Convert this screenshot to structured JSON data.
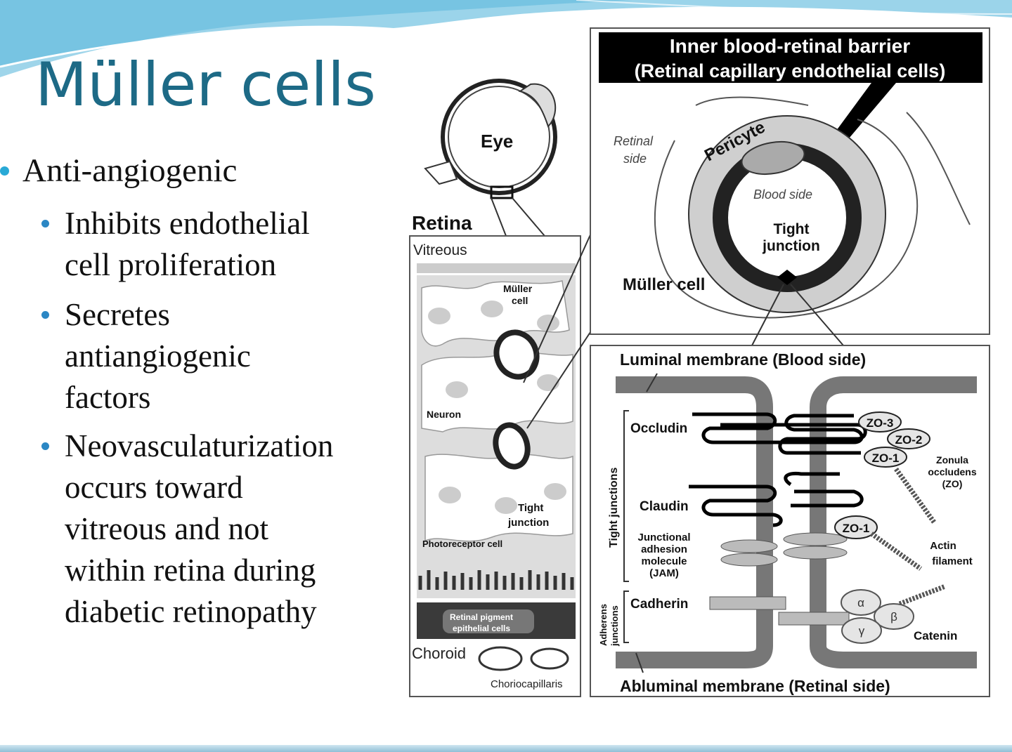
{
  "slide": {
    "title": "Müller cells",
    "bullets": [
      {
        "text": "Anti-angiogenic",
        "children": [
          {
            "lines": [
              "Inhibits endothelial",
              "cell proliferation"
            ]
          },
          {
            "lines": [
              "Secretes",
              "antiangiogenic",
              "factors"
            ]
          },
          {
            "lines": [
              "Neovasculaturization",
              "occurs toward",
              "vitreous and not",
              "within retina during",
              "diabetic retinopathy"
            ]
          }
        ]
      }
    ]
  },
  "figure": {
    "eye_label": "Eye",
    "retina_label": "Retina",
    "vitreous_label": "Vitreous",
    "muller_cell_small": [
      "Müller",
      "cell"
    ],
    "neuron_label": "Neuron",
    "tight_junction_small": [
      "Tight",
      "junction"
    ],
    "photoreceptor_label": "Photoreceptor cell",
    "rpe_label": [
      "Retinal pigment",
      "epithelial cells"
    ],
    "choroid_label": "Choroid",
    "choriocapillaris_label": "Choriocapillaris",
    "barrier_title": [
      "Inner blood-retinal barrier",
      "(Retinal capillary endothelial cells)"
    ],
    "retinal_side": [
      "Retinal",
      "side"
    ],
    "pericyte_label": "Pericyte",
    "blood_side": "Blood side",
    "tight_junction": [
      "Tight",
      "junction"
    ],
    "muller_cell": "Müller cell",
    "luminal_membrane": "Luminal membrane (Blood side)",
    "abluminal_membrane": "Abluminal membrane (Retinal side)",
    "tight_junctions_group": "Tight junctions",
    "adherens_group": [
      "Adherens",
      "junctions"
    ],
    "occludin": "Occludin",
    "claudin": "Claudin",
    "jam": [
      "Junctional",
      "adhesion",
      "molecule",
      "(JAM)"
    ],
    "cadherin": "Cadherin",
    "zo3": "ZO-3",
    "zo2": "ZO-2",
    "zo1": "ZO-1",
    "zo1b": "ZO-1",
    "zonula": [
      "Zonula",
      "occludens",
      "(ZO)"
    ],
    "actin": [
      "Actin",
      "filament"
    ],
    "catenin": "Catenin",
    "alpha": "α",
    "beta": "β",
    "gamma": "γ"
  }
}
